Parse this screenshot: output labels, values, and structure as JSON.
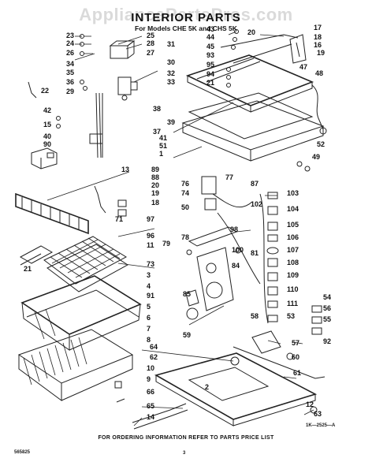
{
  "watermark": "AppliancePartsPros.com",
  "title": "INTERIOR PARTS",
  "subtitle": "For Models CHE 5K and CHS 5K",
  "footer": "FOR ORDERING INFORMATION REFER TO PARTS PRICE LIST",
  "part_number": "565825",
  "page_number": "3",
  "drawing_number": "1K—2525—A",
  "callouts": [
    "23",
    "24",
    "26",
    "34",
    "35",
    "36",
    "29",
    "22",
    "42",
    "15",
    "40",
    "90",
    "25",
    "28",
    "27",
    "31",
    "30",
    "32",
    "33",
    "38",
    "37",
    "39",
    "43",
    "44",
    "45",
    "93",
    "95",
    "94",
    "21",
    "20",
    "17",
    "18",
    "16",
    "19",
    "47",
    "48",
    "52",
    "49",
    "41",
    "51",
    "1",
    "13",
    "89",
    "88",
    "20",
    "19",
    "18",
    "71",
    "97",
    "96",
    "11",
    "73",
    "76",
    "74",
    "77",
    "50",
    "87",
    "102",
    "103",
    "104",
    "105",
    "106",
    "107",
    "108",
    "109",
    "110",
    "111",
    "53",
    "54",
    "56",
    "55",
    "92",
    "98",
    "79",
    "78",
    "100",
    "81",
    "84",
    "85",
    "59",
    "58",
    "57",
    "60",
    "61",
    "12",
    "63",
    "64",
    "62",
    "2",
    "3",
    "4",
    "5",
    "6",
    "7",
    "8",
    "10",
    "9",
    "66",
    "65",
    "14",
    "91",
    "21"
  ]
}
